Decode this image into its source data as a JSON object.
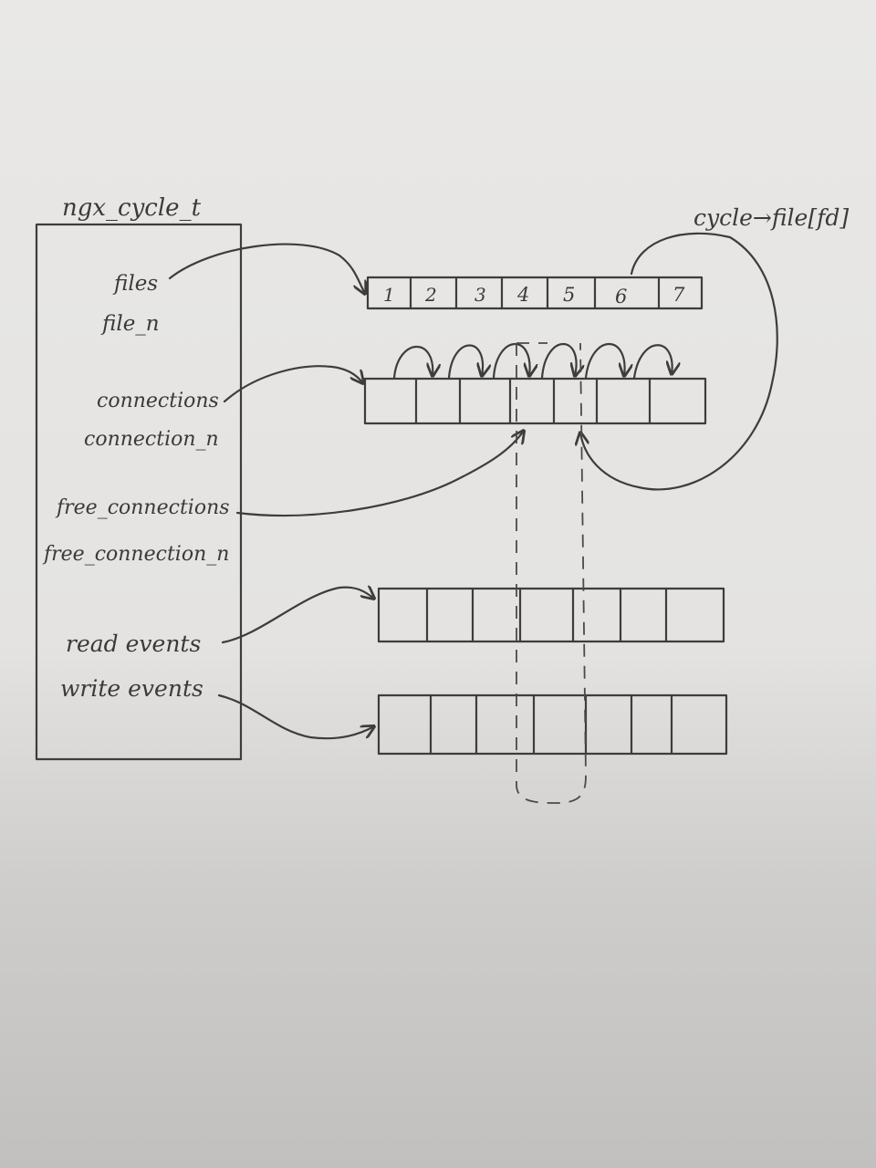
{
  "struct": {
    "title": "ngx_cycle_t",
    "fields": [
      "files",
      "file_n",
      "connections",
      "connection_n",
      "free_connections",
      "free_connection_n",
      "read events",
      "write events"
    ]
  },
  "files_array": {
    "cells": [
      "1",
      "2",
      "3",
      "4",
      "5",
      "6",
      "7"
    ]
  },
  "annotation": "cycle→file[fd]"
}
